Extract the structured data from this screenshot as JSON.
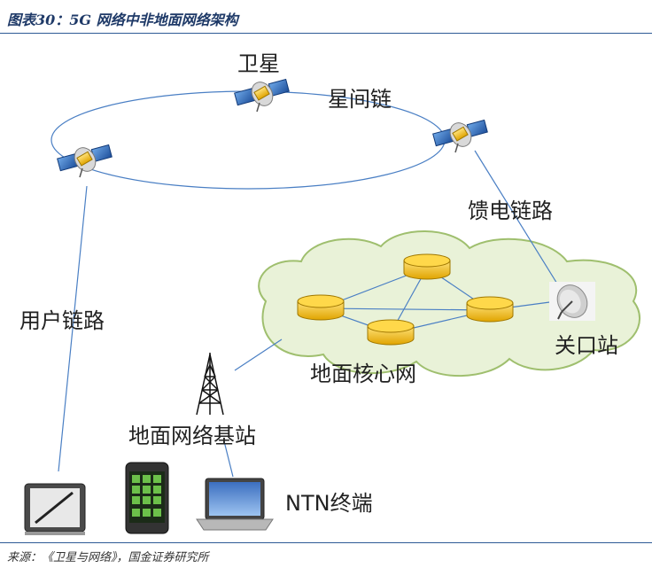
{
  "header": {
    "title": "图表30：5G 网络中非地面网络架构"
  },
  "labels": {
    "satellite": "卫星",
    "inter_satellite_link": "星间链",
    "feeder_link": "馈电链路",
    "user_link": "用户链路",
    "gateway": "关口站",
    "core_network": "地面核心网",
    "ground_base_station": "地面网络基站",
    "ntn_terminal": "NTN终端"
  },
  "footer": {
    "source": "来源：《卫星与网络》，国金证券研究所"
  },
  "colors": {
    "cloud": "#e9f2d8",
    "cloud_stroke": "#9fbf6e",
    "node": "#f3c218",
    "link": "#4a8fd1"
  },
  "icons": [
    "satellite-icon",
    "tower-icon",
    "dish-icon",
    "tablet-icon",
    "smartphone-icon",
    "laptop-icon",
    "database-node-icon"
  ]
}
